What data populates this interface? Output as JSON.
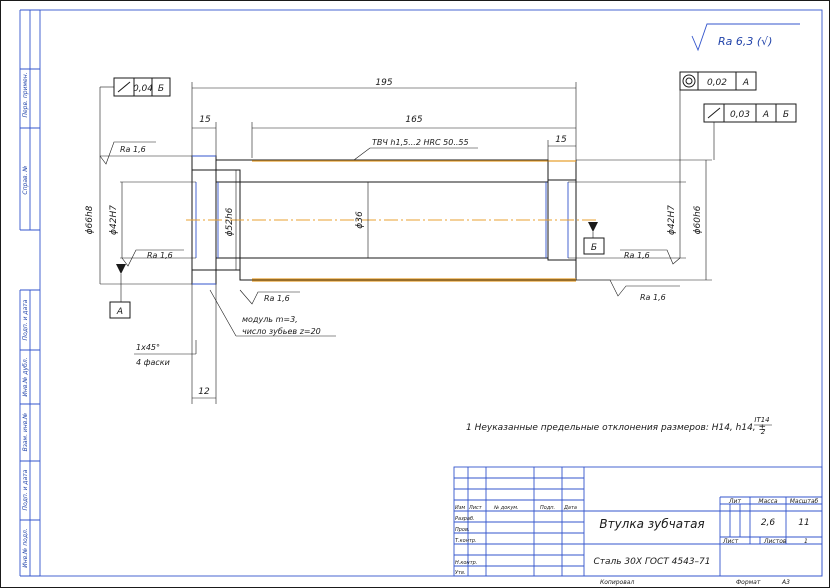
{
  "roughness": {
    "general": "Ra 6,3 (√)",
    "r1": "Ra 1,6",
    "r2": "Ra 1,6",
    "r3": "Ra 1,6",
    "r4": "Ra 1,6",
    "r5": "Ra 1,6"
  },
  "tolerances": {
    "runout_left": {
      "value": "0,04",
      "base": "Б"
    },
    "concentric": {
      "value": "0,02",
      "base": "А"
    },
    "runout_right": {
      "value": "0,03",
      "base1": "А",
      "base2": "Б"
    }
  },
  "dimensions": {
    "overall": "195",
    "inner": "165",
    "left_step": "15",
    "right_step": "15",
    "chamfer_len": "12",
    "d_outer_left": "ϕ66h8",
    "d_bore_left": "ϕ42H7",
    "d_shoulder": "ϕ52h6",
    "d_center": "ϕ36",
    "d_bore_right": "ϕ42H7",
    "d_outer_right": "ϕ60h6"
  },
  "annotations": {
    "hardness": "ТВЧ h1,5...2 HRC 50..55",
    "module": "модуль m=3,",
    "teeth": "число зубьев z=20",
    "chamfer": "1х45°",
    "chamfer_count": "4 фаски",
    "base_a": "А",
    "base_b": "Б",
    "note": "1 Неуказанные предельные отклонения размеров: H14, h14, ±",
    "note_frac_top": "IT14",
    "note_frac_bottom": "2"
  },
  "side_labels": [
    "Перв. примен.",
    "Справ. №",
    "Подп. и дата",
    "Инв.№ дубл.",
    "Взам. инв.№",
    "Подп. и дата",
    "Инв.№ подл."
  ],
  "title_block": {
    "name": "Втулка зубчатая",
    "material": "Сталь 30Х ГОСТ 4543–71",
    "lit_header": "Лит",
    "mass_header": "Масса",
    "scale_header": "Масштаб",
    "mass": "2,6",
    "scale": "11",
    "sheet": "Лист",
    "sheets": "Листов",
    "sheets_count": "1",
    "col_izm": "Изм",
    "col_list": "Лист",
    "col_doc": "№ докум.",
    "col_sign": "Подп.",
    "col_date": "Дата",
    "rows": [
      "Разраб.",
      "Пров.",
      "Т.контр.",
      "",
      "Н.контр.",
      "Утв."
    ],
    "copied": "Копировал",
    "format": "Формат",
    "format_value": "A3"
  }
}
